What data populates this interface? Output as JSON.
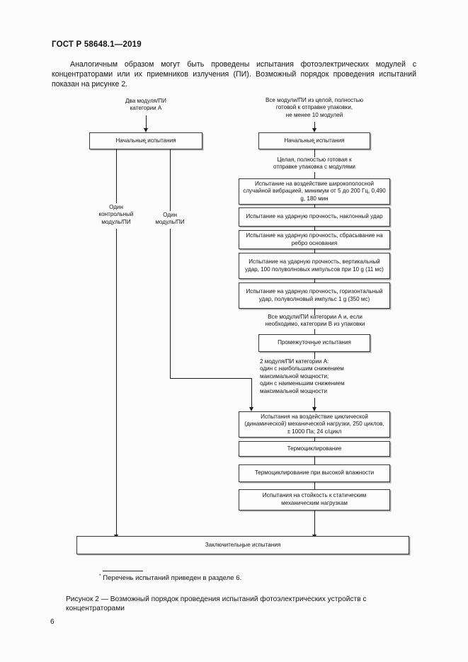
{
  "document": {
    "standard_number": "ГОСТ Р 58648.1—2019",
    "page_number": "6",
    "paragraph": "Аналогичным образом могут быть проведены испытания фотоэлектрических модулей с концентраторами или их приемников излучения (ПИ). Возможный порядок проведения испытаний показан на рисунке 2.",
    "footnote_marker": "*",
    "footnote_text": "Перечень испытаний приведен в разделе 6.",
    "figure_caption": "Рисунок 2 — Возможный порядок проведения испытаний фотоэлектрических устройств с концентраторами"
  },
  "flowchart": {
    "left_branch": {
      "input_note": "Два модуля/ПИ\nкатегории А",
      "initial_test": "Начальные испытания",
      "control_note": "Один\nконтрольный\nмодуль/ПИ",
      "single_note": "Один\nмодуль/ПИ"
    },
    "right_branch": {
      "input_note": "Все модули/ПИ из целой, полностью\nготовой к отправке упаковки,\nне менее 10 модулей",
      "initial_test": "Начальные испытания",
      "package_note": "Целая, полностью готовая к\nотправке упаковка с модулями",
      "tests": [
        "Испытание на воздействие широкополосной\nслучайной вибрацией,\nминимум  от 5 до 200 Гц, 0,490 g, 180 мин",
        "Испытание на ударную прочность, наклонный\nудар",
        "Испытание на ударную прочность,\nсбрасывание на ребро основания",
        "Испытание на ударную прочность,\nвертикальный удар,\n100 полуволновых импульсов при 10 g (11 мс)",
        "Испытание на ударную прочность,\nгоризонтальный удар,\nполуволновый импульс 1 g (350 мс)"
      ],
      "category_note": "Все модули/ПИ категории А и, если\nнеобходимо, категории В из упаковки",
      "intermediate_test": "Промежуточные испытания",
      "selection_note": "2 модуля/ПИ категории А:\nодин с наибольшим снижением\nмаксимальной мощности;\nодин с наименьшим снижением\nмаксимальной мощности",
      "final_tests": [
        "Испытания на воздействие циклической\n(динамической) механической нагрузки, 250\nциклов, ± 1000 Па; 24 с/цикл",
        "Термоциклирование",
        "Термоциклирование при высокой влажности",
        "Испытания на стойкость к статическим\nмеханическим нагрузкам"
      ]
    },
    "final_test": "Заключительные испытания"
  }
}
